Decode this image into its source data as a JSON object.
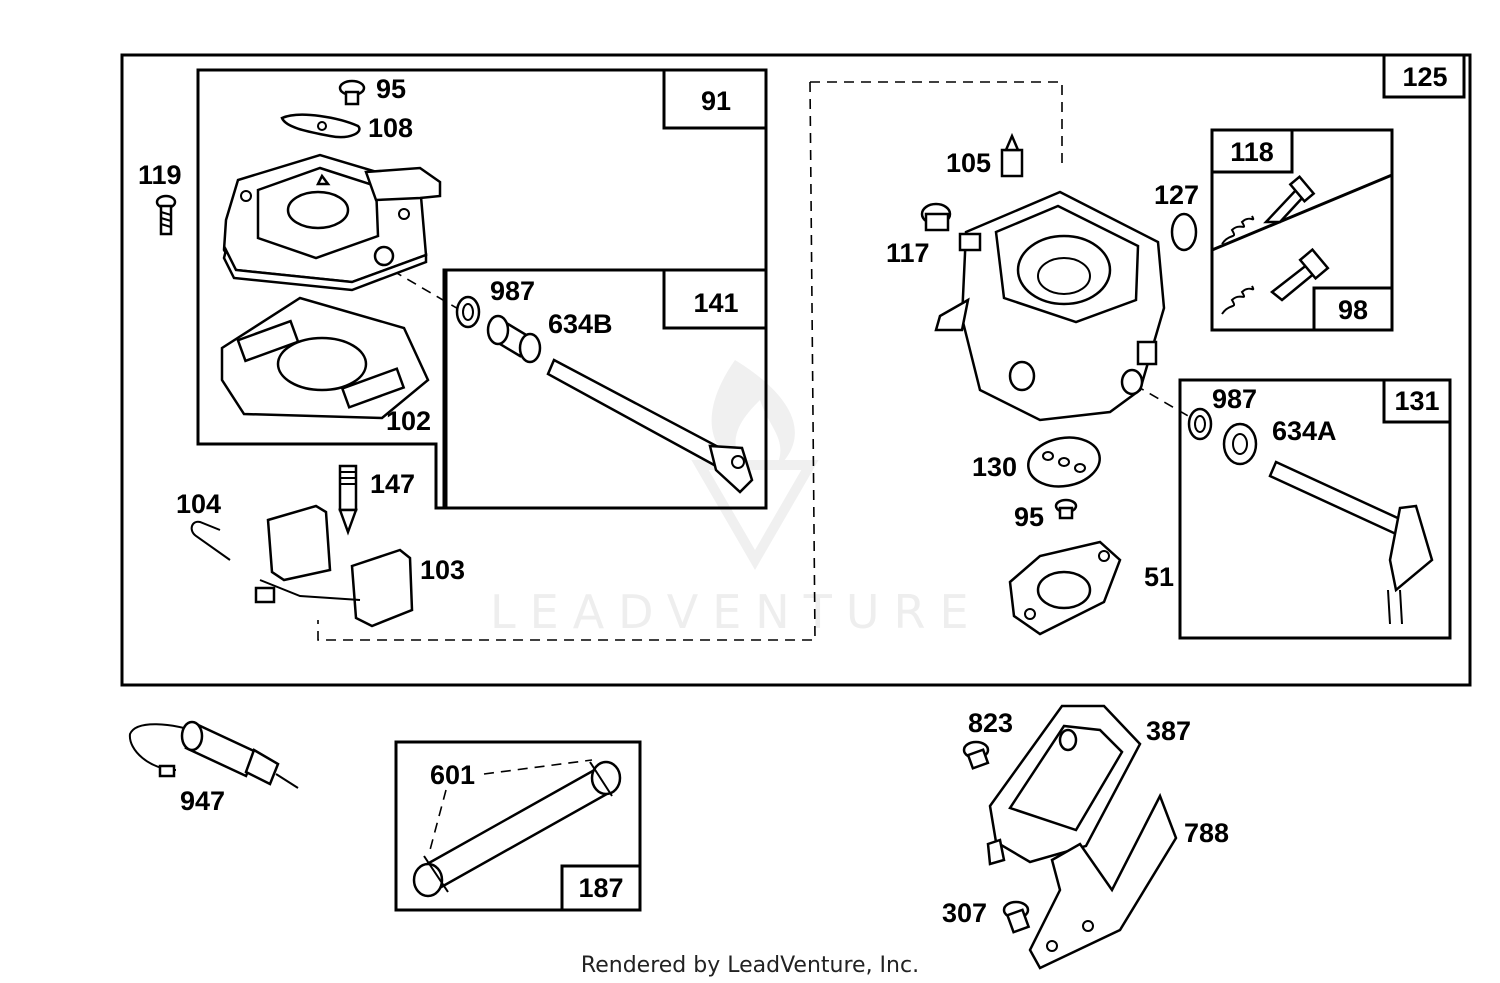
{
  "watermark": "LEADVENTURE",
  "footer": "Rendered by LeadVenture, Inc.",
  "box_labels": {
    "b125": "125",
    "b91": "91",
    "b141": "141",
    "b118": "118",
    "b98": "98",
    "b131": "131",
    "b187": "187"
  },
  "part_labels": {
    "p95a": "95",
    "p108": "108",
    "p119": "119",
    "p987a": "987",
    "p634b": "634B",
    "p102": "102",
    "p147": "147",
    "p104": "104",
    "p103": "103",
    "p105": "105",
    "p117": "117",
    "p127": "127",
    "p987b": "987",
    "p634a": "634A",
    "p130": "130",
    "p95b": "95",
    "p51": "51",
    "p947": "947",
    "p601": "601",
    "p823": "823",
    "p387": "387",
    "p788": "788",
    "p307": "307"
  }
}
